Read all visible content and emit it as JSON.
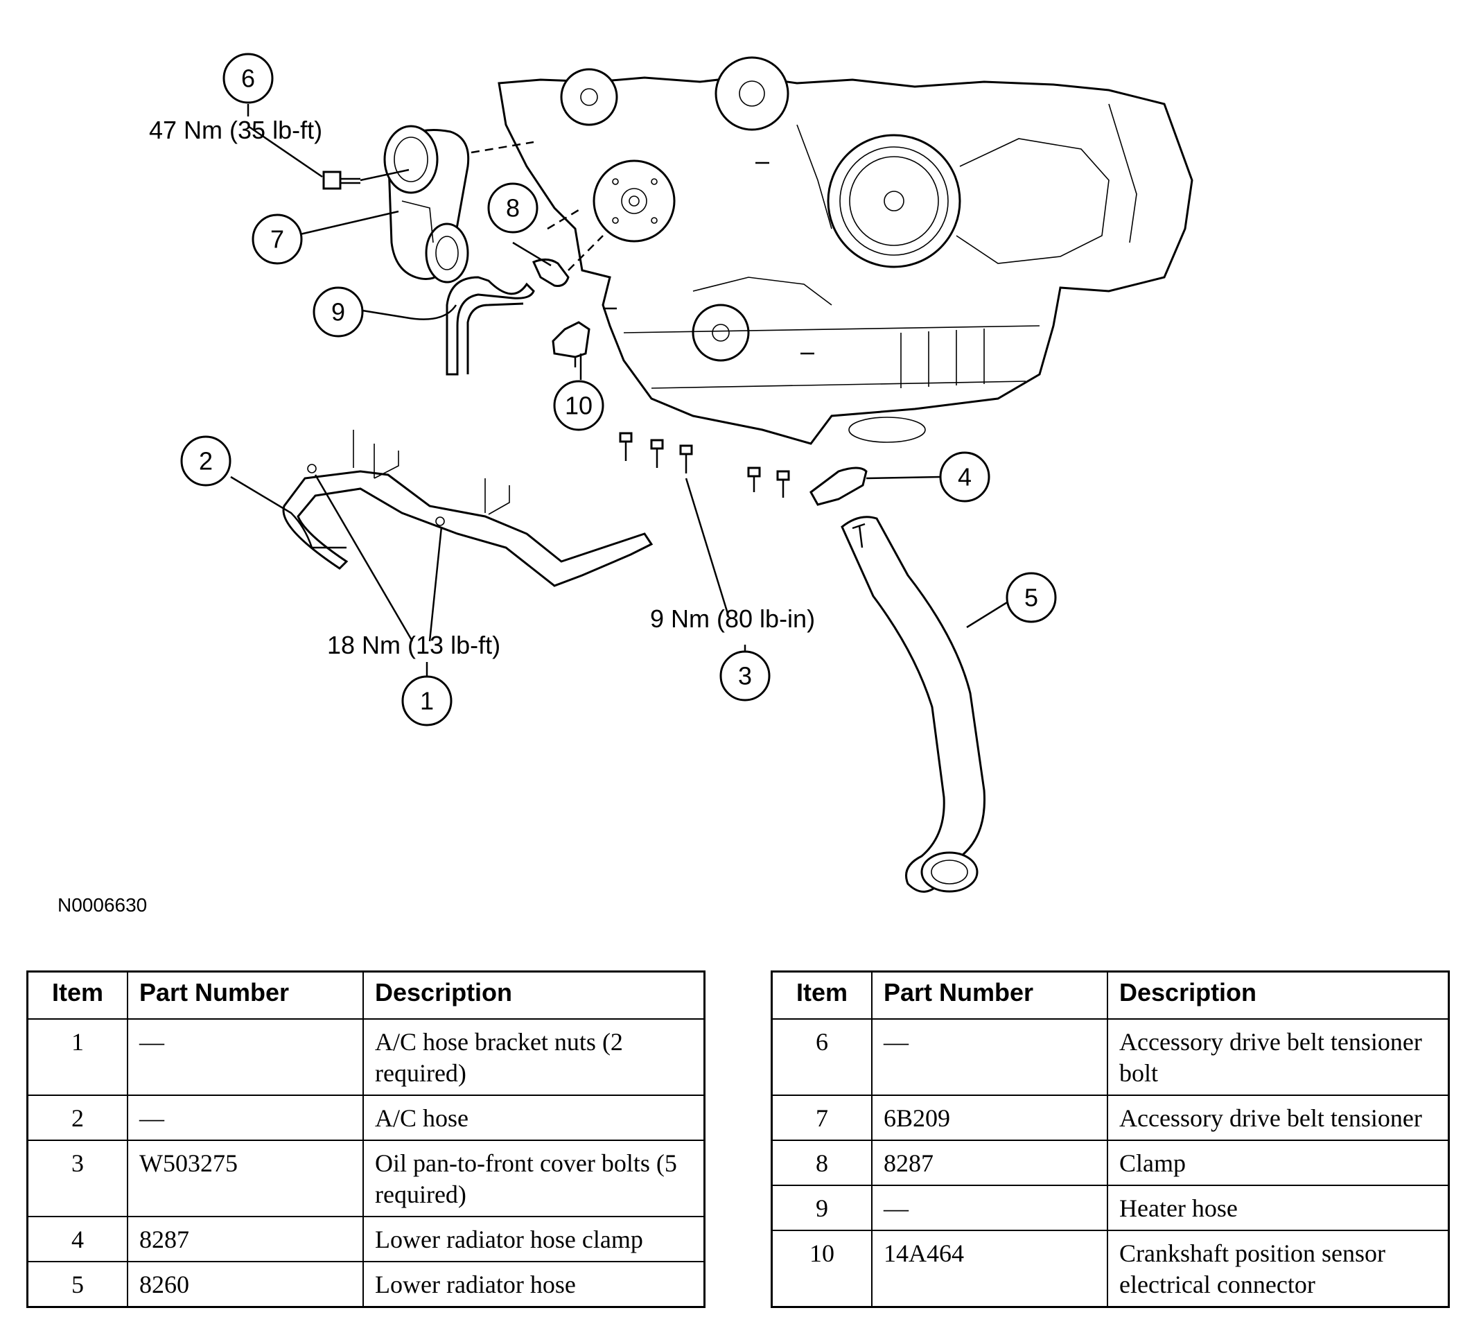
{
  "figure_id": "N0006630",
  "callouts": [
    {
      "item": "1",
      "note": "18 Nm (13 lb-ft)"
    },
    {
      "item": "2",
      "note": ""
    },
    {
      "item": "3",
      "note": "9 Nm (80 lb-in)"
    },
    {
      "item": "4",
      "note": ""
    },
    {
      "item": "5",
      "note": ""
    },
    {
      "item": "6",
      "note": "47 Nm (35 lb-ft)"
    },
    {
      "item": "7",
      "note": ""
    },
    {
      "item": "8",
      "note": ""
    },
    {
      "item": "9",
      "note": ""
    },
    {
      "item": "10",
      "note": ""
    }
  ],
  "table_headers": {
    "item": "Item",
    "part_number": "Part Number",
    "description": "Description"
  },
  "table_left": [
    {
      "item": "1",
      "part": "—",
      "desc": "A/C hose bracket nuts (2 required)"
    },
    {
      "item": "2",
      "part": "—",
      "desc": "A/C hose"
    },
    {
      "item": "3",
      "part": "W503275",
      "desc": "Oil pan-to-front cover bolts (5 required)"
    },
    {
      "item": "4",
      "part": "8287",
      "desc": "Lower radiator hose clamp"
    },
    {
      "item": "5",
      "part": "8260",
      "desc": "Lower radiator hose"
    }
  ],
  "table_right": [
    {
      "item": "6",
      "part": "—",
      "desc": "Accessory drive belt tensioner bolt"
    },
    {
      "item": "7",
      "part": "6B209",
      "desc": "Accessory drive belt tensioner"
    },
    {
      "item": "8",
      "part": "8287",
      "desc": "Clamp"
    },
    {
      "item": "9",
      "part": "—",
      "desc": "Heater hose"
    },
    {
      "item": "10",
      "part": "14A464",
      "desc": "Crankshaft position sensor electrical connector"
    }
  ]
}
